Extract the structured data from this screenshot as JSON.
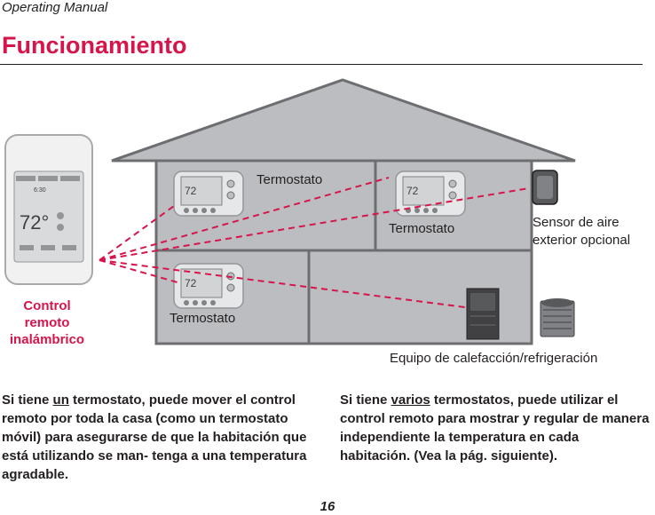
{
  "header": {
    "manual_label": "Operating Manual",
    "section_title": "Funcionamiento"
  },
  "diagram": {
    "thermostat_label_top_left": "Termostato",
    "thermostat_label_top_right": "Termostato",
    "thermostat_label_bottom_left": "Termostato",
    "sensor_label_line1": "Sensor de aire",
    "sensor_label_line2": "exterior opcional",
    "remote_label_line1": "Control",
    "remote_label_line2": "remoto",
    "remote_label_line3": "inalámbrico",
    "equipment_label": "Equipo de calefacción/refrigeración",
    "remote_screen_time": "6:30",
    "remote_screen_temp": "72°",
    "thermostat_screen_temp": "72",
    "accent_color": "#d6154b",
    "icons": [
      "remote-control-icon",
      "thermostat-icon",
      "outdoor-sensor-icon",
      "furnace-icon",
      "ac-unit-icon"
    ]
  },
  "text": {
    "left_para_prefix": "Si tiene ",
    "left_para_emph": "un",
    "left_para_rest": " termostato, puede mover el control remoto por toda la casa (como un termostato móvil) para asegurarse de que la habitación que está utilizando se man- tenga a una temperatura agradable.",
    "right_para_prefix": "Si tiene ",
    "right_para_emph": "varios",
    "right_para_rest": " termostatos, puede utilizar el control remoto para mostrar y regular de manera independiente la temperatura en cada habitación. (Vea la pág. siguiente)."
  },
  "footer": {
    "page_number": "16"
  }
}
